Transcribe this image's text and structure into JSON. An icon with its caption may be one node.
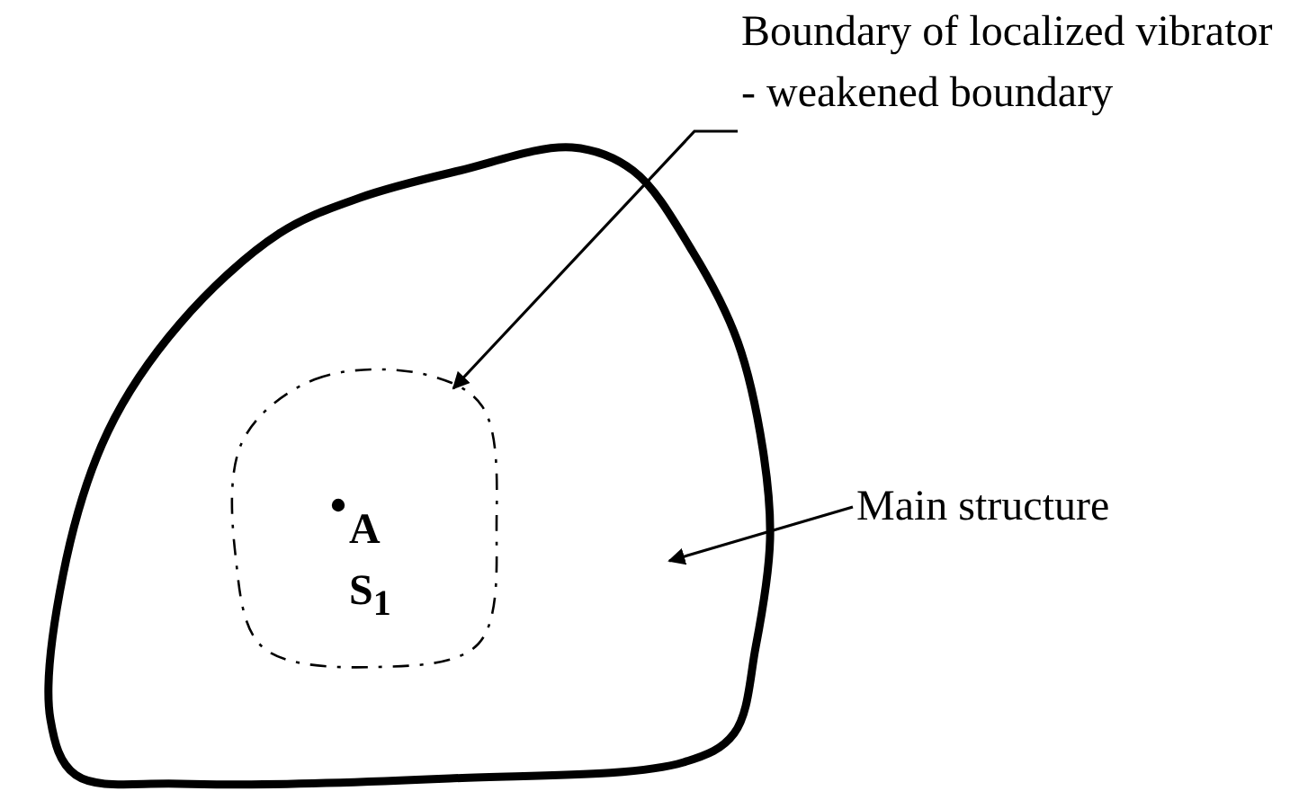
{
  "diagram": {
    "nodes": [
      {
        "text": [],
        "shape": "closed-curve"
      },
      {
        "text": [
          "A",
          "S$_{1}$"
        ],
        "in": 0
      },
      {
        "text": [
          "Boundary of localized vibrator - weakened boundary"
        ]
      },
      {
        "text": [
          "Main structure"
        ]
      }
    ],
    "edges": [
      {
        "from": 2,
        "to": 1,
        "arrow": "to"
      },
      {
        "from": 3,
        "to": 0,
        "arrow": "to"
      }
    ]
  }
}
